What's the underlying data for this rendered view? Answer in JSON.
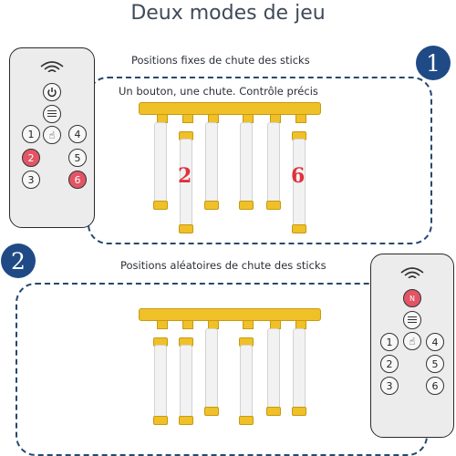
{
  "title": "Deux modes de jeu",
  "mode1": {
    "badge": "1",
    "caption": "Positions fixes de chute des sticks",
    "subcaption": "Un bouton, une chute. Contrôle précis",
    "remote": {
      "power_icon": "power-icon",
      "menu_icon": "menu-icon",
      "hand_icon": "hand-icon",
      "buttons": [
        "1",
        "2",
        "3",
        "4",
        "5",
        "6"
      ],
      "highlighted": [
        "2",
        "6"
      ]
    },
    "stick_labels": [
      "2",
      "6"
    ]
  },
  "mode2": {
    "badge": "2",
    "caption": "Positions aléatoires de chute des sticks",
    "remote": {
      "n_button": "N",
      "menu_icon": "menu-icon",
      "hand_icon": "hand-icon",
      "buttons": [
        "1",
        "2",
        "3",
        "4",
        "5",
        "6"
      ]
    }
  },
  "colors": {
    "accent_blue": "#1f4a86",
    "highlight_red": "#e25566",
    "stick_yellow": "#f0c028"
  }
}
